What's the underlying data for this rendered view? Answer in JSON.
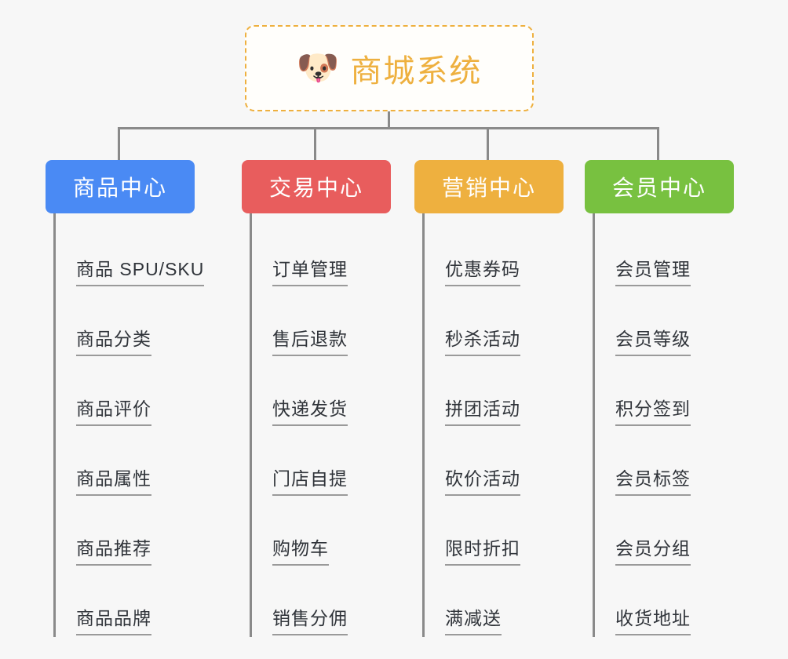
{
  "page": {
    "background_color": "#f7f7f7",
    "connector_color": "#8a8a8a"
  },
  "root": {
    "icon": "shiba-dog-face-emoji",
    "emoji": "🐶",
    "title": "商城系统",
    "title_color": "#eeb03f",
    "border_color": "#eeb03f"
  },
  "columns": [
    {
      "title": "商品中心",
      "color": "#4a8af4",
      "items": [
        "商品 SPU/SKU",
        "商品分类",
        "商品评价",
        "商品属性",
        "商品推荐",
        "商品品牌"
      ]
    },
    {
      "title": "交易中心",
      "color": "#e85d5d",
      "items": [
        "订单管理",
        "售后退款",
        "快递发货",
        "门店自提",
        "购物车",
        "销售分佣"
      ]
    },
    {
      "title": "营销中心",
      "color": "#eeb03f",
      "items": [
        "优惠券码",
        "秒杀活动",
        "拼团活动",
        "砍价活动",
        "限时折扣",
        "满减送"
      ]
    },
    {
      "title": "会员中心",
      "color": "#78c140",
      "items": [
        "会员管理",
        "会员等级",
        "积分签到",
        "会员标签",
        "会员分组",
        "收货地址"
      ]
    }
  ]
}
